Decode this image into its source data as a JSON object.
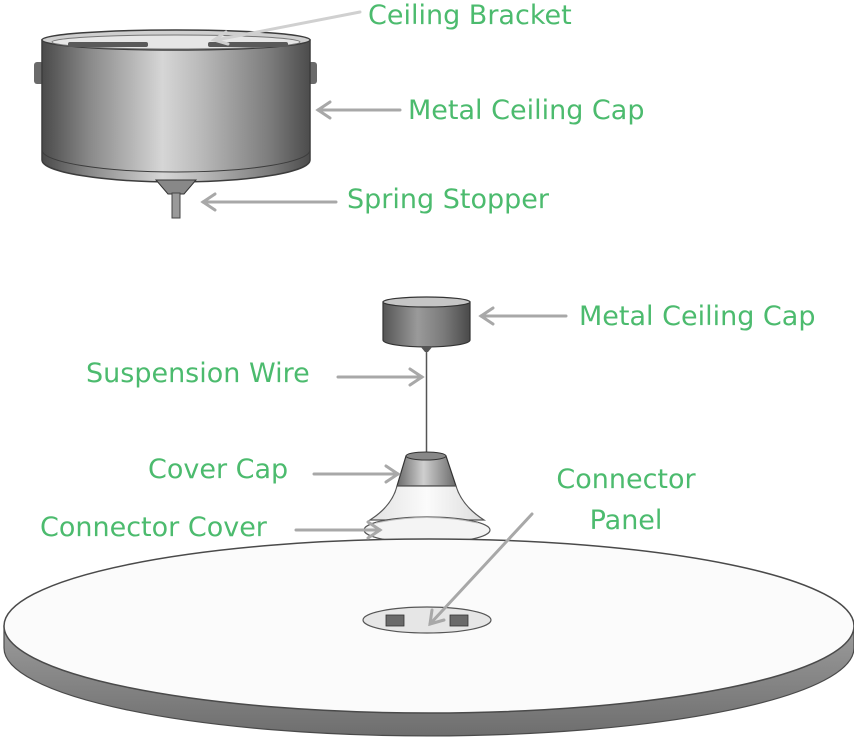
{
  "labels": {
    "ceiling_bracket": "Ceiling Bracket",
    "metal_ceiling_cap_top": "Metal Ceiling Cap",
    "spring_stopper": "Spring Stopper",
    "metal_ceiling_cap_small": "Metal Ceiling Cap",
    "suspension_wire": "Suspension Wire",
    "cover_cap": "Cover Cap",
    "connector_cover": "Connector Cover",
    "connector_panel_line1": "Connector",
    "connector_panel_line2": "Panel"
  },
  "colors": {
    "label_text": "#4cbb6e",
    "leader_line": "#a8a8a8",
    "metal_light": "#d8d8d8",
    "metal_dark": "#5a5a5a",
    "panel_face": "#fafafa",
    "panel_edge": "#7a7a7a"
  }
}
